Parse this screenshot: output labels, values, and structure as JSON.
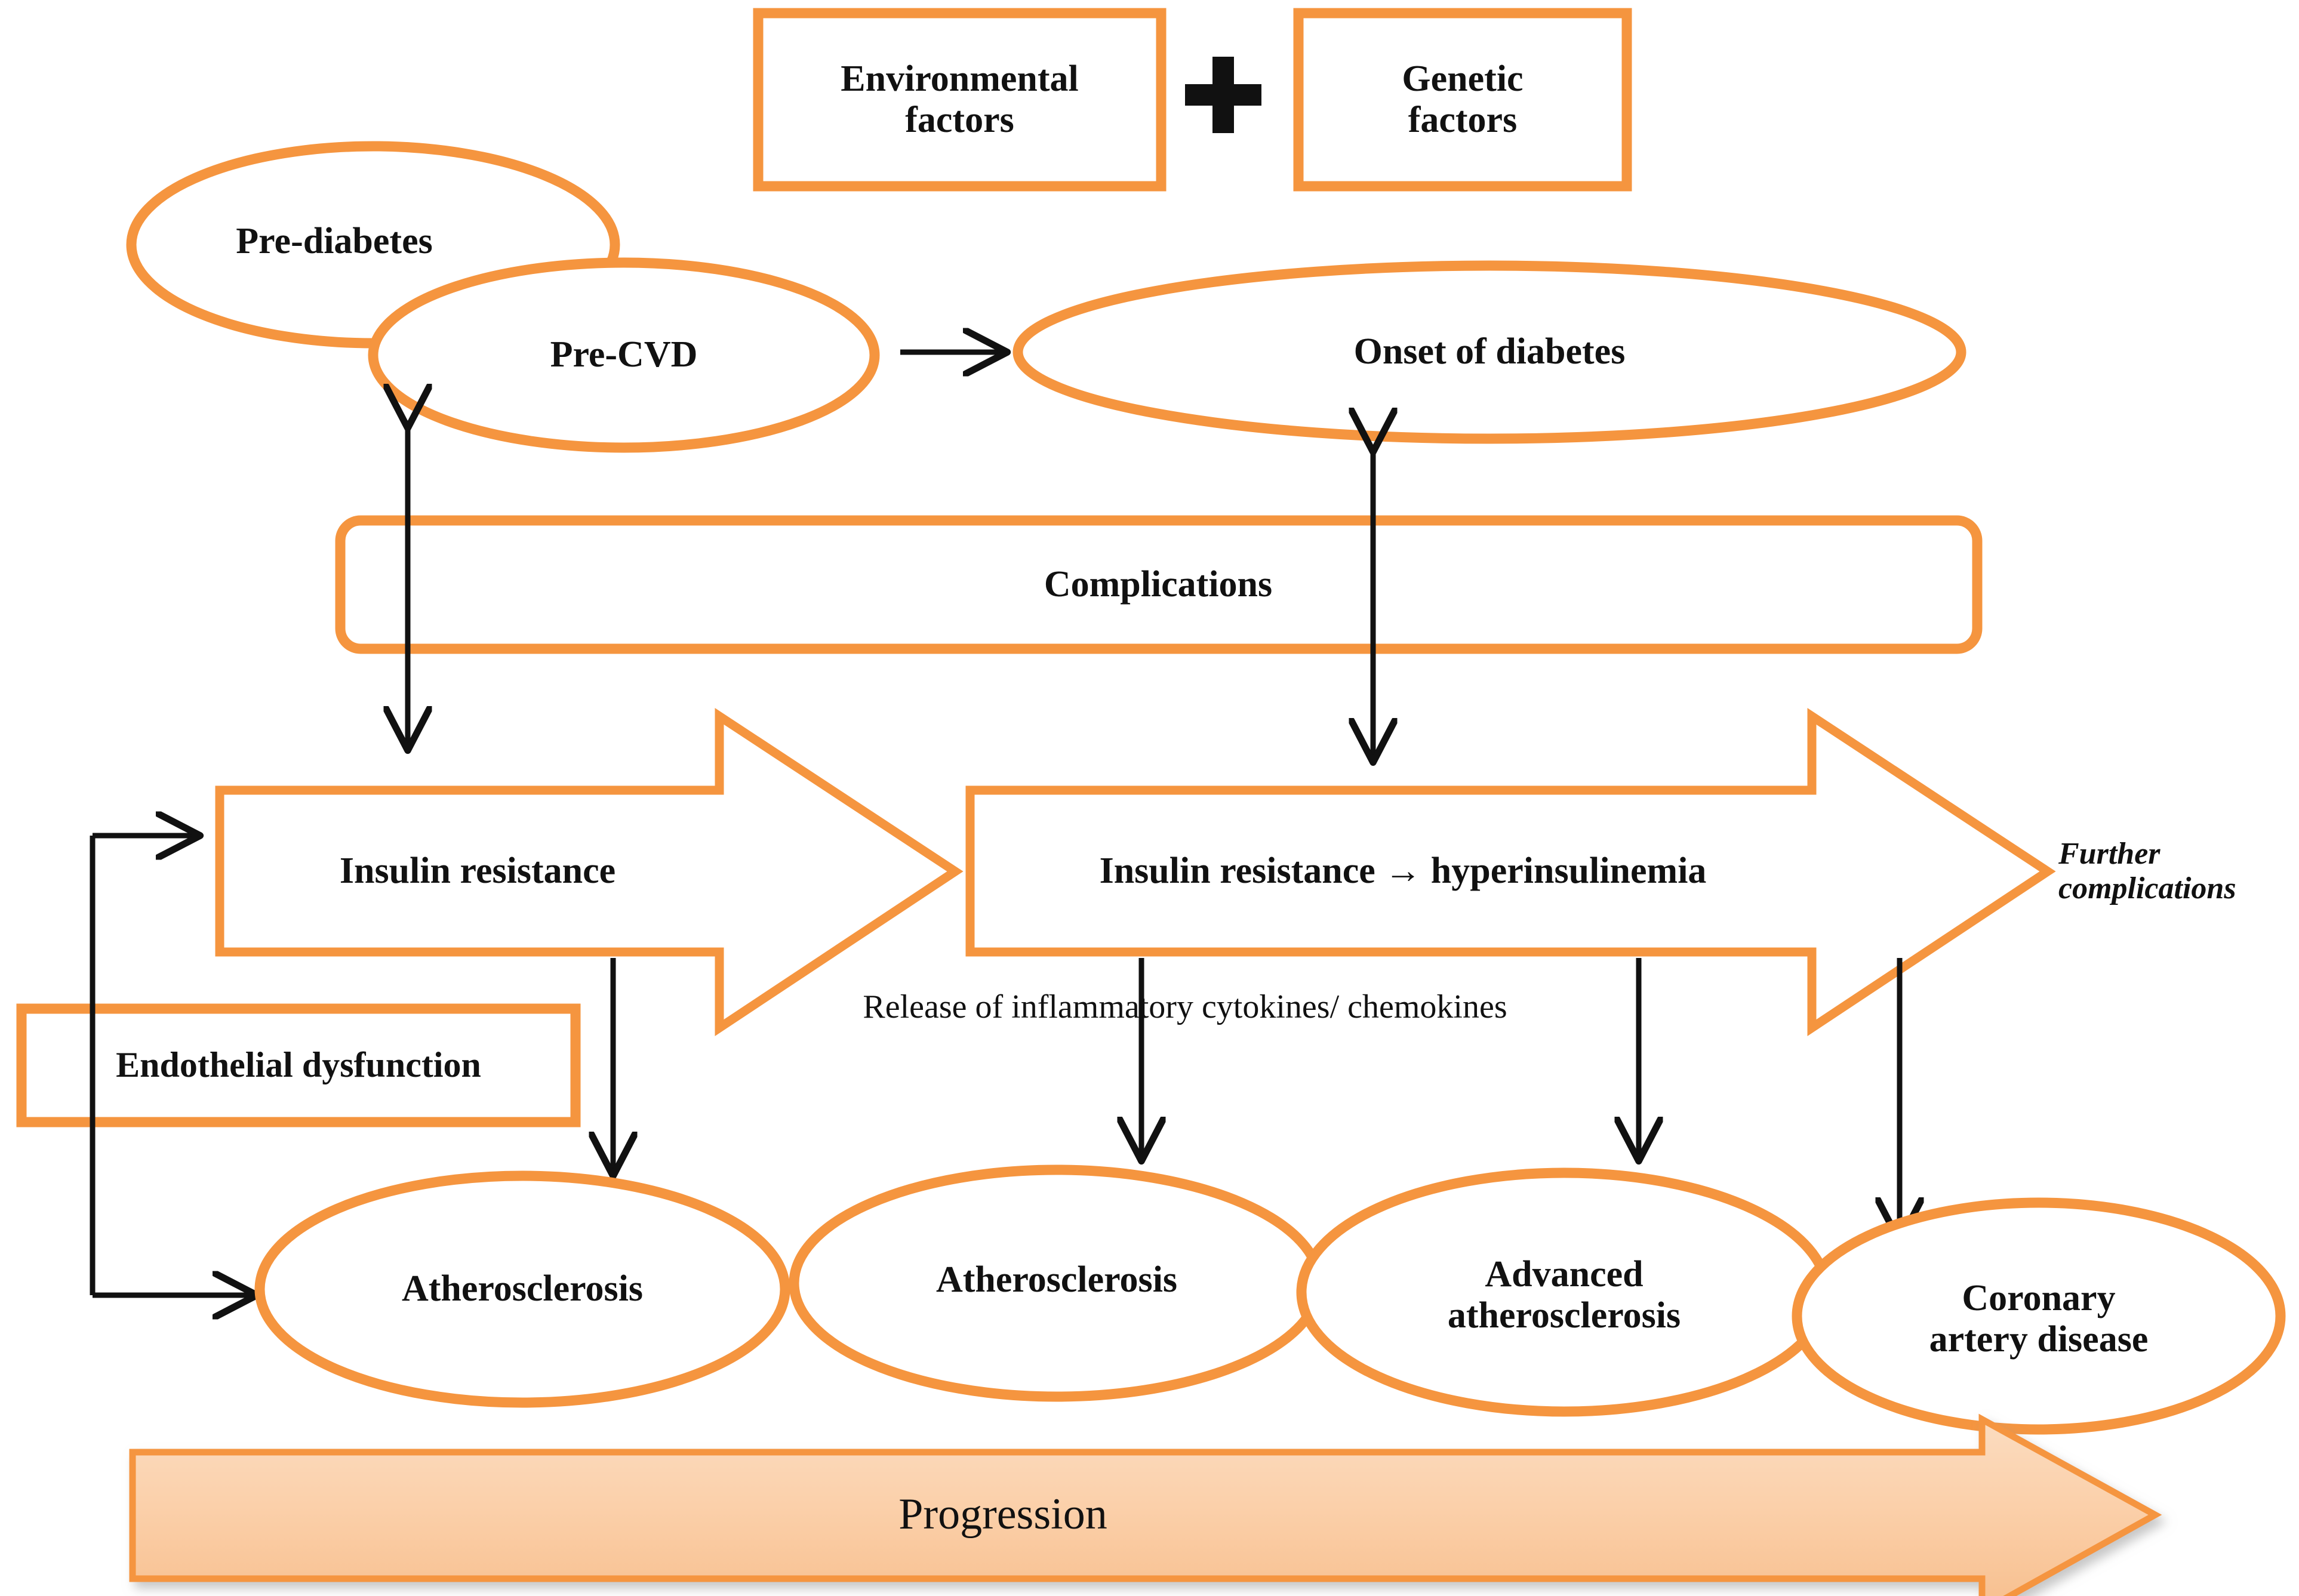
{
  "diagram": {
    "title_text": "",
    "colors": {
      "orange_stroke": "#F5953F",
      "orange_light_fill": "#FBD2A8",
      "orange_mid_fill": "#F8C18C",
      "black": "#111111",
      "background": "#FFFFFF"
    },
    "top_boxes": [
      {
        "id": "environmental-factors",
        "label": "Environmental\nfactors"
      },
      {
        "id": "genetic-factors",
        "label": "Genetic\nfactors"
      }
    ],
    "operator": {
      "id": "plus-operator",
      "label": "+"
    },
    "stage_ellipses": [
      {
        "id": "pre-diabetes",
        "label": "Pre-diabetes"
      },
      {
        "id": "pre-cvd",
        "label": "Pre-CVD"
      },
      {
        "id": "onset-of-diabetes",
        "label": "Onset of diabetes"
      }
    ],
    "complications_bar": {
      "id": "complications",
      "label": "Complications"
    },
    "block_arrows": [
      {
        "id": "insulin-resistance",
        "label": "Insulin resistance"
      },
      {
        "id": "insulin-resistance-hyperinsulinemia",
        "label": "Insulin resistance → hyperinsulinemia"
      }
    ],
    "further_complications": {
      "id": "further-complications",
      "label": "Further\ncomplications"
    },
    "endothelial_dysfunction": {
      "id": "endothelial-dysfunction",
      "label": "Endothelial dysfunction"
    },
    "cytokine_caption": {
      "id": "cytokine-release-caption",
      "label": "Release of inflammatory cytokines/ chemokines"
    },
    "outcome_ellipses": [
      {
        "id": "atherosclerosis-1",
        "label": "Atherosclerosis"
      },
      {
        "id": "atherosclerosis-2",
        "label": "Atherosclerosis"
      },
      {
        "id": "advanced-atherosclerosis",
        "label": "Advanced\natherosclerosis"
      },
      {
        "id": "coronary-artery-disease",
        "label": "Coronary\nartery disease"
      }
    ],
    "progression_arrow": {
      "id": "progression",
      "label": "Progression"
    }
  }
}
